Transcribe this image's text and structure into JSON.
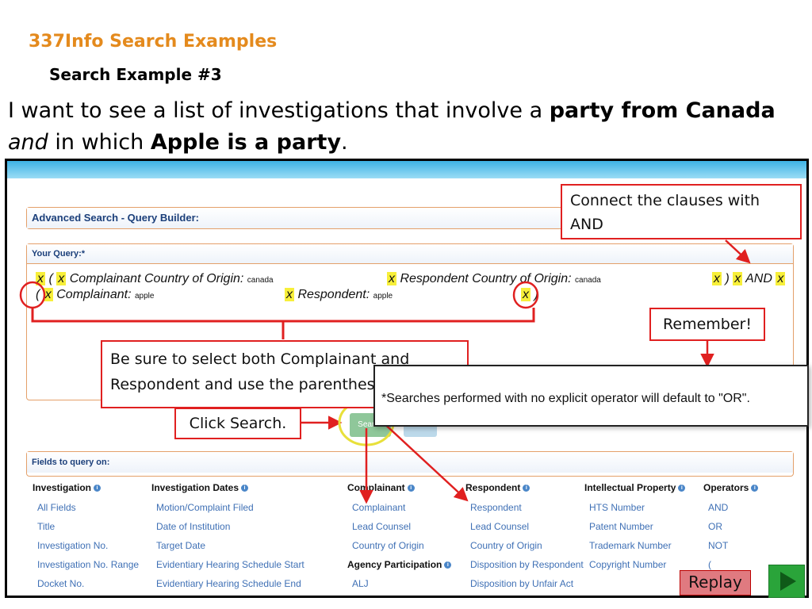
{
  "slide": {
    "title": "337Info Search Examples",
    "subtitle": "Search Example #3",
    "body_1": "I want to see a list of investigations that involve a ",
    "body_1_bold": "party from Canada",
    "body_2_italic": "and",
    "body_2": " in which ",
    "body_2_bold": "Apple is a party",
    "body_2_end": "."
  },
  "builder": {
    "title": "Advanced Search - Query Builder:",
    "your_query_label": "Your Query:*",
    "query": {
      "x": "x",
      "open_paren": "(",
      "close_paren": ")",
      "and": "AND",
      "complainant_country": "Complainant Country of Origin:",
      "respondent_country": "Respondent Country of Origin:",
      "canada": "canada",
      "complainant": "Complainant:",
      "respondent": "Respondent:",
      "apple": "apple"
    },
    "search_button": "Search"
  },
  "fields": {
    "title": "Fields to query on:",
    "columns": [
      {
        "head": "Investigation",
        "items": [
          "All Fields",
          "Title",
          "Investigation No.",
          "Investigation No. Range",
          "Docket No."
        ]
      },
      {
        "head": "Investigation Dates",
        "items": [
          "Motion/Complaint Filed",
          "Date of Institution",
          "Target Date",
          "Evidentiary Hearing Schedule Start",
          "Evidentiary Hearing Schedule End"
        ]
      },
      {
        "head": "Complainant",
        "items": [
          "Complainant",
          "Lead Counsel",
          "Country of Origin"
        ]
      },
      {
        "head": "Respondent",
        "items": [
          "Respondent",
          "Lead Counsel",
          "Country of Origin",
          "Disposition by Respondent",
          "Disposition by Unfair Act"
        ]
      },
      {
        "head": "Intellectual Property",
        "items": [
          "HTS Number",
          "Patent Number",
          "Trademark Number",
          "Copyright Number"
        ]
      },
      {
        "head": "Operators",
        "items": [
          "AND",
          "OR",
          "NOT",
          "("
        ]
      }
    ],
    "agency_head": "Agency Participation",
    "agency_items": [
      "ALJ"
    ]
  },
  "callouts": {
    "connect": "Connect the clauses with AND",
    "remember": "Remember!",
    "be_sure": "Be sure to select both Complainant and Respondent and use the parentheses.",
    "click_search": "Click Search.",
    "tooltip": "*Searches performed with no explicit operator will default to \"OR\"."
  },
  "controls": {
    "replay": "Replay"
  },
  "colors": {
    "title_orange": "#e48a1d",
    "callout_red": "#e02020",
    "highlight_yellow": "#f7ef3a",
    "link_blue": "#3f70b5"
  }
}
